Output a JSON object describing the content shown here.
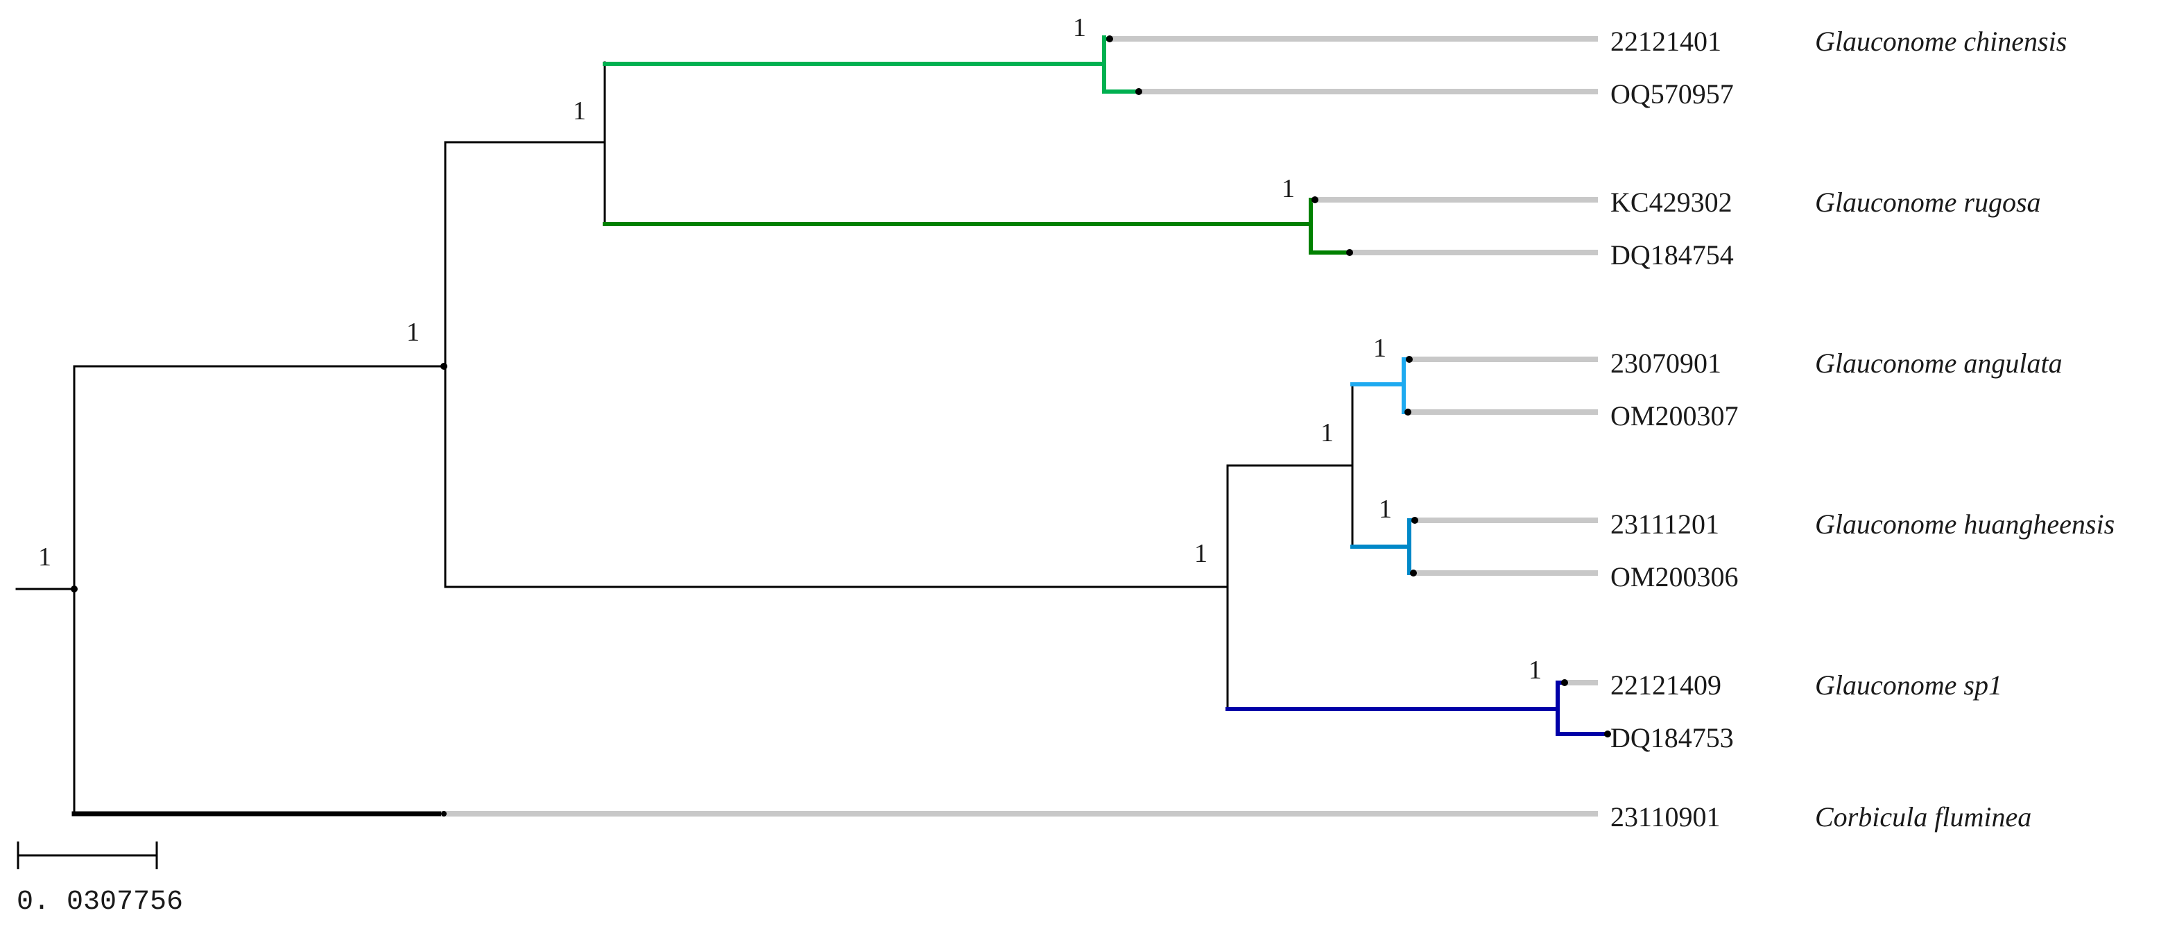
{
  "colors": {
    "internal": "#000000",
    "tip": "#c8c8c8",
    "glauconome_chinensis": "#00b050",
    "glauconome_rugosa": "#008000",
    "glauconome_angulata": "#1eaaf0",
    "glauconome_huangheensis": "#0088c8",
    "glauconome_sp1": "#0000a8"
  },
  "tree": {
    "root_support": "1",
    "ingroup_support": "1",
    "glauconome_clade_a_support": "1",
    "glauconome_clade_b_support": "1",
    "angulata_huangheensis_support": "1",
    "nodes": [
      {
        "species": "Glauconome chinensis",
        "support": "1",
        "tips": [
          "22121401",
          "OQ570957"
        ]
      },
      {
        "species": "Glauconome rugosa",
        "support": "1",
        "tips": [
          "KC429302",
          "DQ184754"
        ]
      },
      {
        "species": "Glauconome angulata",
        "support": "1",
        "tips": [
          "23070901",
          "OM200307"
        ]
      },
      {
        "species": "Glauconome huangheensis",
        "support": "1",
        "tips": [
          "23111201",
          "OM200306"
        ]
      },
      {
        "species": "Glauconome sp1",
        "support": "1",
        "tips": [
          "22121409",
          "DQ184753"
        ]
      },
      {
        "species": "Corbicula fluminea",
        "tips": [
          "23110901"
        ]
      }
    ]
  },
  "scale_bar": {
    "label": "0. 0307756",
    "value": 0.0307756
  }
}
